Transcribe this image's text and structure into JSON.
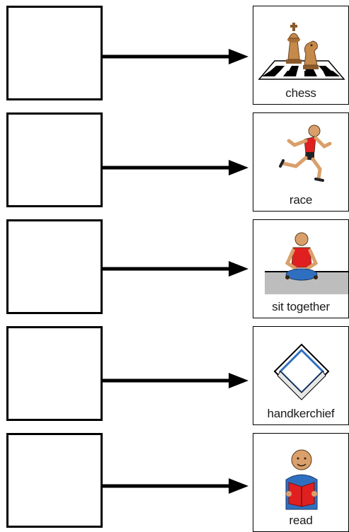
{
  "items": [
    {
      "label": "chess",
      "icon": "chess-pieces-icon"
    },
    {
      "label": "race",
      "icon": "running-person-icon"
    },
    {
      "label": "sit together",
      "icon": "sitting-person-icon"
    },
    {
      "label": "handkerchief",
      "icon": "handkerchief-icon"
    },
    {
      "label": "read",
      "icon": "reading-person-icon"
    }
  ],
  "colors": {
    "arrow": "#000000",
    "shirt_red": "#e02020",
    "shirt_blue": "#2f6fc0",
    "skin": "#d9a06b",
    "floor": "#bdbdbd"
  }
}
